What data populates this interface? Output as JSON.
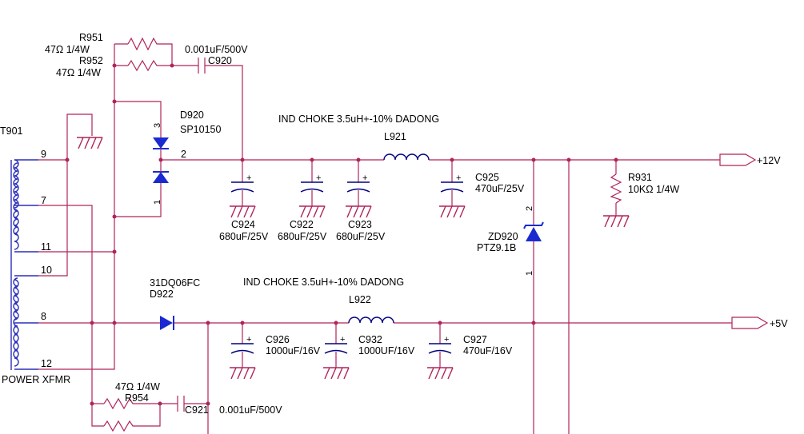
{
  "transformer": {
    "ref": "T901",
    "name": "POWER XFMR",
    "pins": [
      "9",
      "7",
      "11",
      "10",
      "8",
      "12"
    ]
  },
  "components": {
    "r951": {
      "ref": "R951",
      "value": "47Ω 1/4W"
    },
    "r952": {
      "ref": "R952",
      "value": "47Ω 1/4W"
    },
    "r954": {
      "ref": "R954",
      "value": "47Ω 1/4W"
    },
    "r931": {
      "ref": "R931",
      "value": "10KΩ 1/4W"
    },
    "c920": {
      "ref": "C920",
      "value": "0.001uF/500V"
    },
    "c921": {
      "ref": "C921",
      "value": "0.001uF/500V"
    },
    "d920": {
      "ref": "D920",
      "value": "SP10150",
      "pins": [
        "3",
        "2",
        "1"
      ]
    },
    "d922": {
      "ref": "D922",
      "value": "31DQ06FC"
    },
    "l921": {
      "ref": "L921",
      "value": "IND CHOKE 3.5uH+-10% DADONG"
    },
    "l922": {
      "ref": "L922",
      "value": "IND CHOKE 3.5uH+-10% DADONG"
    },
    "c924": {
      "ref": "C924",
      "value": "680uF/25V"
    },
    "c922": {
      "ref": "C922",
      "value": "680uF/25V"
    },
    "c923": {
      "ref": "C923",
      "value": "680uF/25V"
    },
    "c925": {
      "ref": "C925",
      "value": "470uF/25V"
    },
    "c926": {
      "ref": "C926",
      "value": "1000uF/16V"
    },
    "c932": {
      "ref": "C932",
      "value": "1000UF/16V"
    },
    "c927": {
      "ref": "C927",
      "value": "470uF/16V"
    },
    "zd920": {
      "ref": "ZD920",
      "value": "PTZ9.1B",
      "pins": [
        "2",
        "1"
      ]
    }
  },
  "ports": {
    "p12v": "+12V",
    "p5v": "+5V"
  },
  "symbols": {
    "polarity": "+"
  }
}
